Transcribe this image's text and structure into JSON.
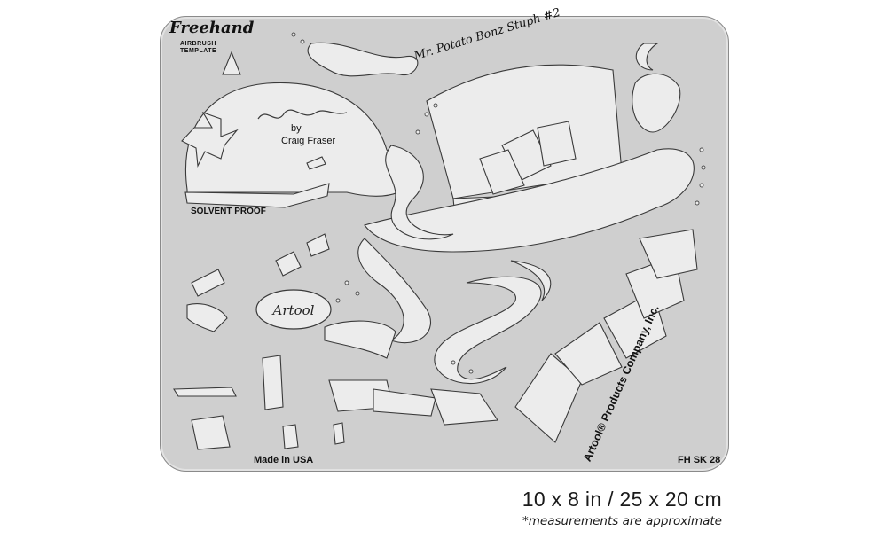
{
  "template": {
    "brand_script": "Freehand",
    "brand_sub_1": "AIRBRUSH",
    "brand_sub_2": "TEMPLATE",
    "title": "Mr. Potato Bonz Stuph #2",
    "by": "by",
    "designer": "Craig Fraser",
    "solvent_proof": "SOLVENT PROOF",
    "made_in": "Made in USA",
    "code": "FH SK 28",
    "company": "Artool® Products Company, Inc.",
    "logo": "Artool"
  },
  "dimensions": "10 x 8 in / 25 x 20 cm",
  "note": "*measurements are approximate",
  "colors": {
    "plate": "#cfcfcf",
    "cutout": "#ececec",
    "outline": "#3a3a3a"
  }
}
